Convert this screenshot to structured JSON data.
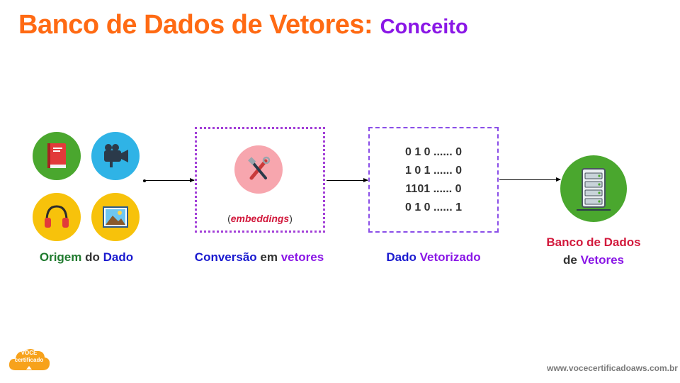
{
  "title": {
    "main": "Banco de Dados de Vetores:",
    "sub": "Conceito"
  },
  "icons": {
    "book": "book-icon",
    "camera": "video-camera-icon",
    "headphones": "headphones-icon",
    "image": "image-icon",
    "tools": "tools-icon",
    "server": "server-rack-icon"
  },
  "labels": {
    "origem": {
      "w1": "Origem",
      "w2": "do",
      "w3": "Dado"
    },
    "conversao": {
      "w1": "Conversão",
      "w2": "em",
      "w3": "vetores"
    },
    "vetorizado": {
      "w1": "Dado",
      "w2": "Vetorizado"
    },
    "banco": {
      "line1": "Banco de Dados",
      "w1": "de",
      "w2": "Vetores"
    }
  },
  "embeddings": {
    "open": "(",
    "word": "embeddings",
    "close": ")"
  },
  "vectors": [
    "0 1 0 ...... 0",
    "1 0 1 ...... 0",
    "1101 ...... 0",
    "0 1 0 ...... 1"
  ],
  "logo": {
    "line1": "VOCÊ",
    "line2": "certificado"
  },
  "footer": "www.vocecertificadoaws.com.br",
  "colors": {
    "title_orange": "#ff6a13",
    "accent_purple": "#8a17e6",
    "green": "#1f7a2e",
    "blue": "#1a1acf",
    "red": "#d2193c"
  }
}
